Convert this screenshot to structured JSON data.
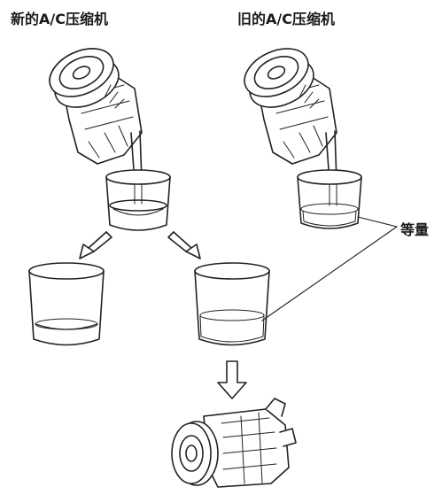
{
  "labels": {
    "new_compressor": "新的A/C压缩机",
    "old_compressor": "旧的A/C压缩机",
    "equal_amount": "等量"
  },
  "colors": {
    "line": "#222222",
    "background": "#ffffff"
  }
}
